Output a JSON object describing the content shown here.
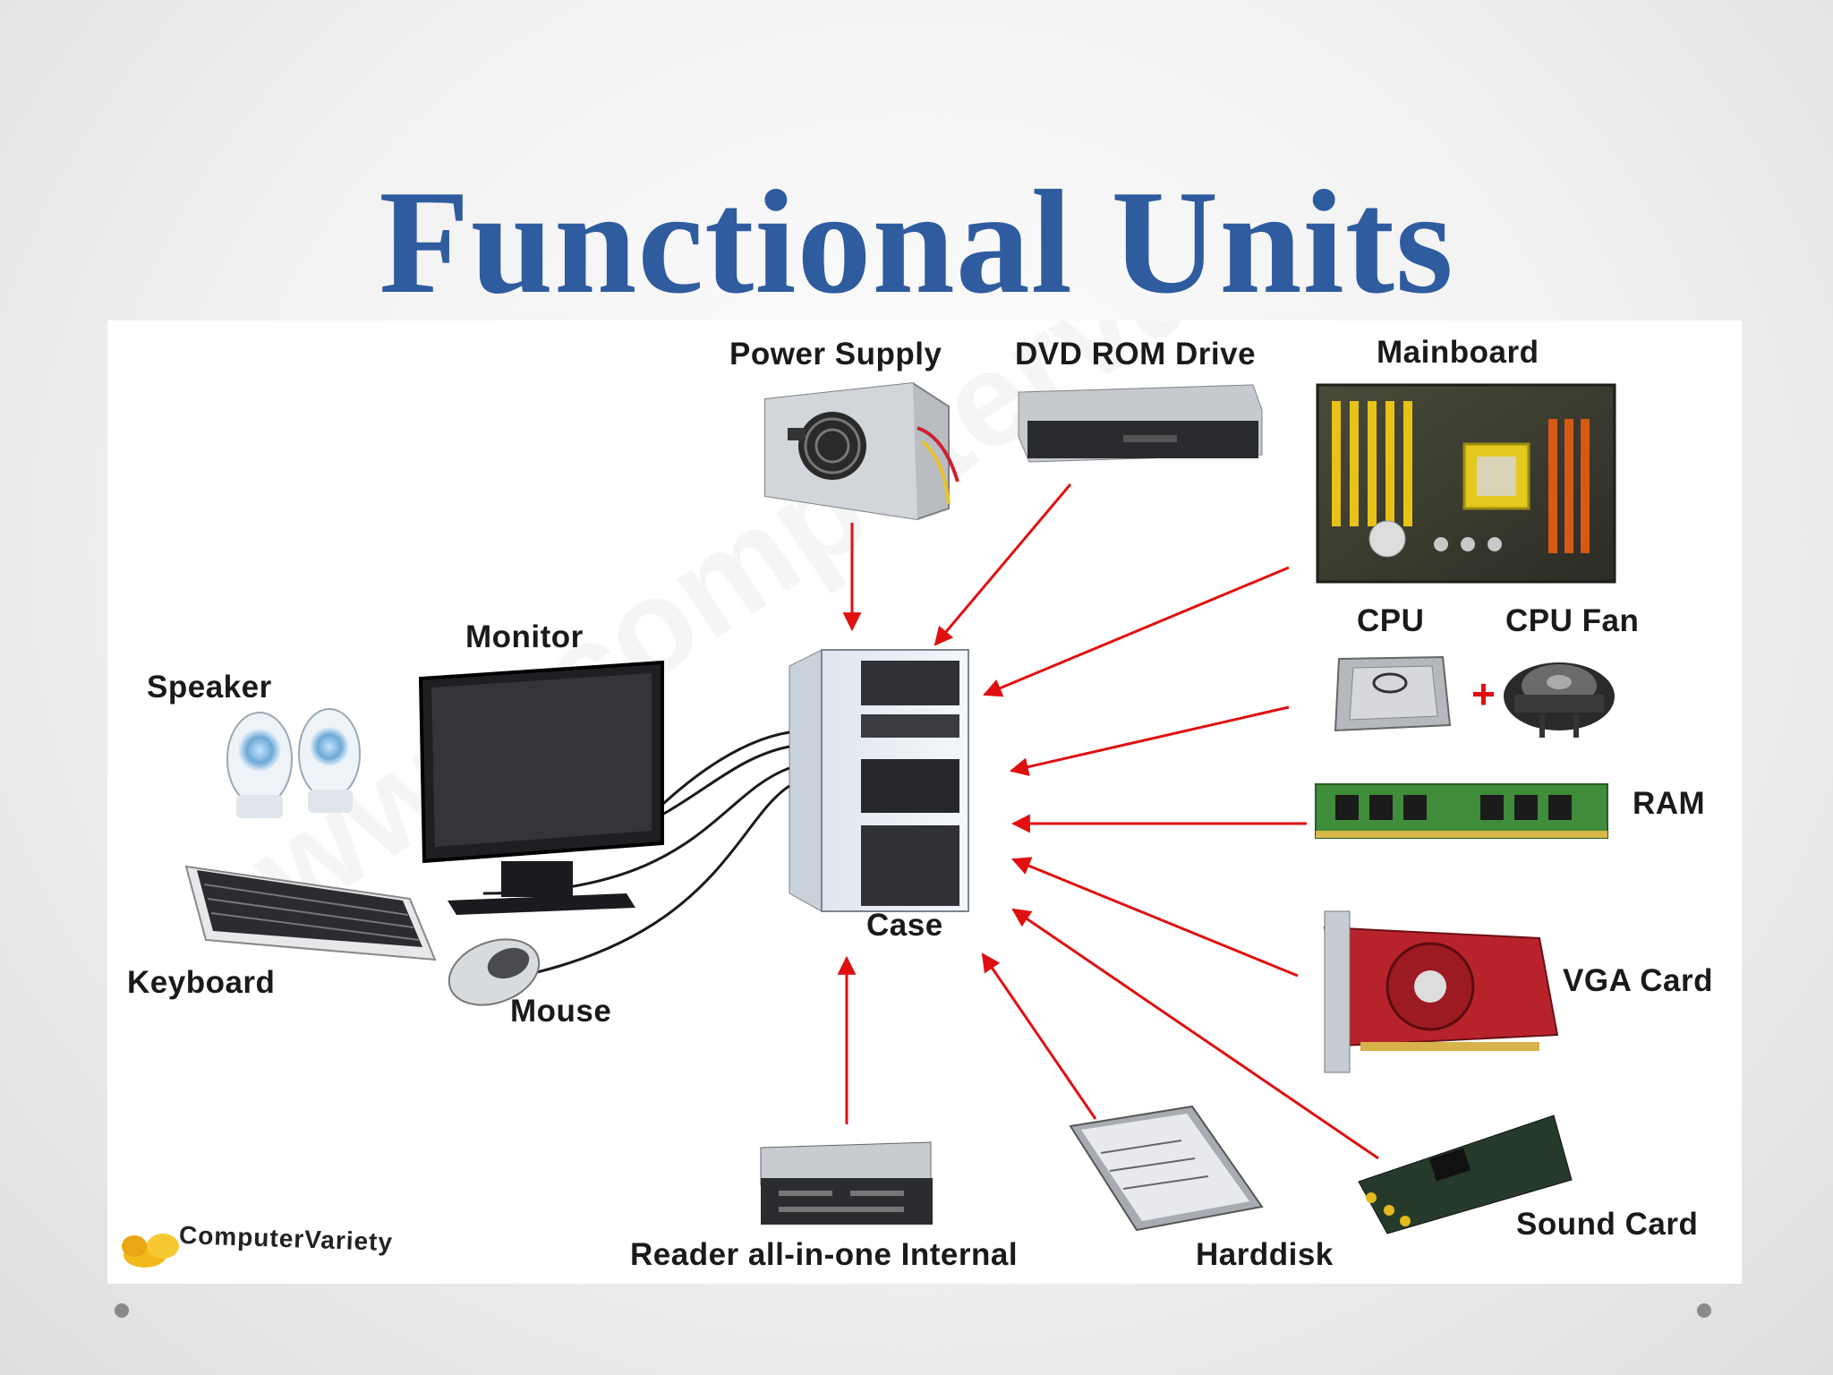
{
  "slide": {
    "title": "Functional Units"
  },
  "diagram": {
    "center": "Case",
    "labels": {
      "power_supply": "Power Supply",
      "dvd_rom": "DVD ROM Drive",
      "mainboard": "Mainboard",
      "cpu": "CPU",
      "cpu_fan": "CPU Fan",
      "plus": "+",
      "ram": "RAM",
      "vga_card": "VGA Card",
      "sound_card": "Sound Card",
      "harddisk": "Harddisk",
      "reader": "Reader all-in-one Internal",
      "monitor": "Monitor",
      "speaker": "Speaker",
      "keyboard": "Keyboard",
      "mouse": "Mouse",
      "case": "Case"
    },
    "logo": "ComputerVariety",
    "watermark": "www.computervariety",
    "arrow_color": "#e01010"
  }
}
